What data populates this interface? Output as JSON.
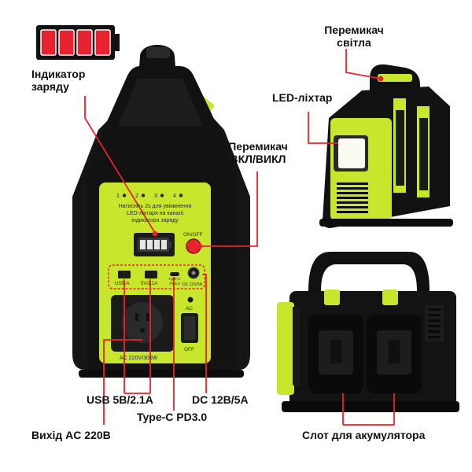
{
  "callouts": {
    "charge_indicator": "Індикатор\nзаряду",
    "light_switch": "Перемикач\nсвітла",
    "led_lantern": "LED-ліхтар",
    "power_switch": "Перемикач\nВКЛ/ВИКЛ",
    "usb": "USB 5B/2.1A",
    "dc": "DC 12B/5A",
    "type_c": "Type-C PD3.0",
    "ac_out": "Вихід AC 220B",
    "battery_slot": "Слот для акумулятора"
  },
  "panel": {
    "led_numbers": [
      "1",
      "2",
      "3",
      "4"
    ],
    "instruction": "Натисніть 2s для увімкнення\nLED-ліхтаря на каналі\nіндикатора заряду",
    "on_off": "ON/OFF",
    "usb_a": "USB-A",
    "usb_power": "5V/2.1A",
    "type_c_label": "Type-C\nPD3.0",
    "dc_label": "DC 12V/5A",
    "ac_rating": "AC 220V/300W",
    "ac_mark": "AC",
    "off_mark": "OFF"
  },
  "battery_icon": {
    "bars_lit": 4,
    "bars_total": 4,
    "color": "#e8232f"
  },
  "colors": {
    "accent": "#c8e62c",
    "body": "#111111",
    "callout_line": "#e8232f",
    "usb_highlight": "#e8232f"
  }
}
